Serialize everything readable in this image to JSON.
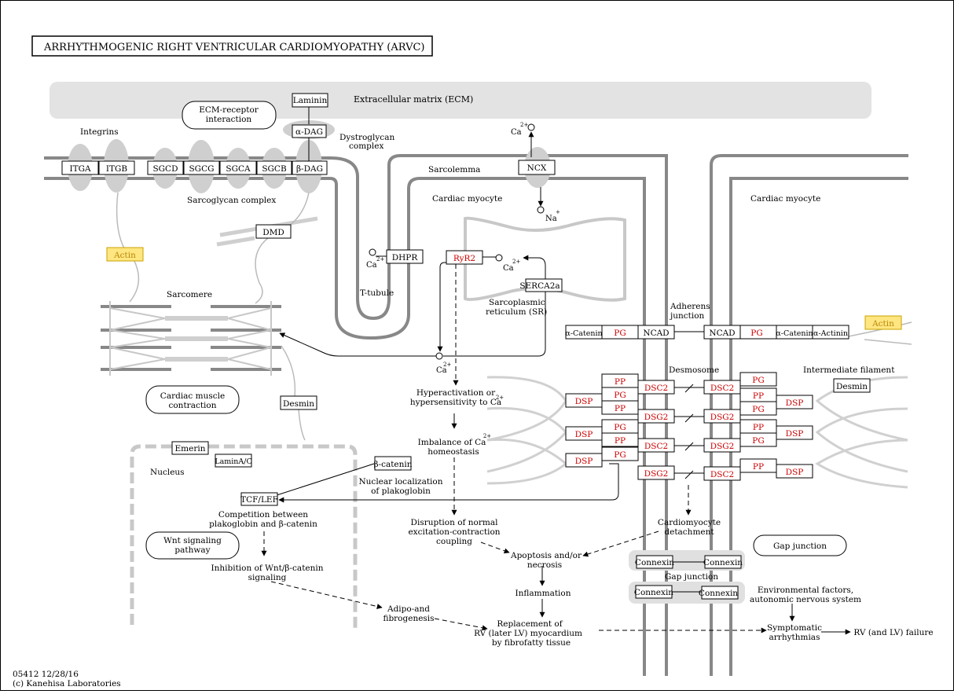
{
  "title": "ARRHYTHMOGENIC  RIGHT  VENTRICULAR  CARDIOMYOPATHY (ARVC)",
  "footer": {
    "code": "05412 12/28/16",
    "copyright": "(c) Kanehisa Laboratories"
  },
  "colors": {
    "red_gene": "#cc0000",
    "yellow_box": "#ffe680",
    "yellow_border": "#c9a300",
    "membrane": "#888888",
    "ecm_fill": "#e3e3e3",
    "label_red": "#d00000"
  },
  "labels": {
    "ecm": "Extracellular matrix (ECM)",
    "integrins": "Integrins",
    "dystroglycan": "Dystroglycan",
    "complex": "complex",
    "sarcolemma": "Sarcolemma",
    "cardiac_myocyte_1": "Cardiac myocyte",
    "cardiac_myocyte_2": "Cardiac myocyte",
    "sarcoglycan_complex": "Sarcoglycan complex",
    "sarcomere": "Sarcomere",
    "t_tubule": "T-tubule",
    "sr_1": "Sarcoplasmic",
    "sr_2": "reticulum (SR)",
    "adherens_1": "Adherens",
    "adherens_2": "junction",
    "desmosome": "Desmosome",
    "intermediate_filament": "Intermediate filament",
    "nucleus": "Nucleus",
    "gap_junction_mid": "Gap junction",
    "hyper_1": "Hyperactivation or",
    "hyper_2": "hypersensitivity to Ca",
    "imbalance_1": "Imbalance of Ca",
    "imbalance_2": "homeostasis",
    "nuclear_loc_1": "Nuclear localization",
    "nuclear_loc_2": "of plakoglobin",
    "competition_1": "Competition between",
    "competition_2": "plakoglobin and β-catenin",
    "inhibition_1": "Inhibition of Wnt/β-catenin",
    "inhibition_2": "signaling",
    "disruption_1": "Disruption of normal",
    "disruption_2": "excitation-contraction",
    "disruption_3": "coupling",
    "apoptosis_1": "Apoptosis and/or",
    "apoptosis_2": "necrosis",
    "inflammation": "Inflammation",
    "adipo_1": "Adipo-and",
    "adipo_2": "fibrogenesis",
    "replacement_1": "Replacement of",
    "replacement_2": "RV (later LV) myocardium",
    "replacement_3": "by fibrofatty tissue",
    "detachment_1": "Cardiomyocyte",
    "detachment_2": "detachment",
    "environmental_1": "Environmental factors,",
    "environmental_2": "autonomic nervous system",
    "symptomatic_1": "Symptomatic",
    "symptomatic_2": "arrhythmias",
    "rv_failure": "RV (and LV) failure",
    "ca": "Ca",
    "na": "Na",
    "sup_2plus": "2+",
    "sup_plus": "+"
  },
  "pathways": {
    "ecm_receptor_1": "ECM-receptor",
    "ecm_receptor_2": "interaction",
    "cardiac_contraction_1": "Cardiac muscle",
    "cardiac_contraction_2": "contraction",
    "wnt_1": "Wnt signaling",
    "wnt_2": "pathway",
    "gap_junction": "Gap junction"
  },
  "genes": {
    "laminin": "Laminin",
    "a_dag": "α-DAG",
    "itga": "ITGA",
    "itgb": "ITGB",
    "sgcd": "SGCD",
    "sgcg": "SGCG",
    "sgca": "SGCA",
    "sgcb": "SGCB",
    "b_dag": "β-DAG",
    "dmd": "DMD",
    "actin_left": "Actin",
    "ncx": "NCX",
    "dhpr": "DHPR",
    "ryr2": "RyR2",
    "serca2a": "SERCA2a",
    "desmin_left": "Desmin",
    "emerin": "Emerin",
    "lamin": "LaminA/C",
    "b_catenin": "β-catenin",
    "tcf_lef": "TCF/LEF",
    "a_catenin_l": "α-Catenin",
    "pg_adh_l": "PG",
    "ncad_l": "NCAD",
    "ncad_r": "NCAD",
    "pg_adh_r": "PG",
    "a_catenin_r": "α-Catenin",
    "a_actinin": "α-Actinin",
    "actin_right": "Actin",
    "desmin_right": "Desmin",
    "pp": "PP",
    "pg": "PG",
    "dsp": "DSP",
    "dsc2": "DSC2",
    "dsg2": "DSG2",
    "connexin": "Connexin"
  }
}
